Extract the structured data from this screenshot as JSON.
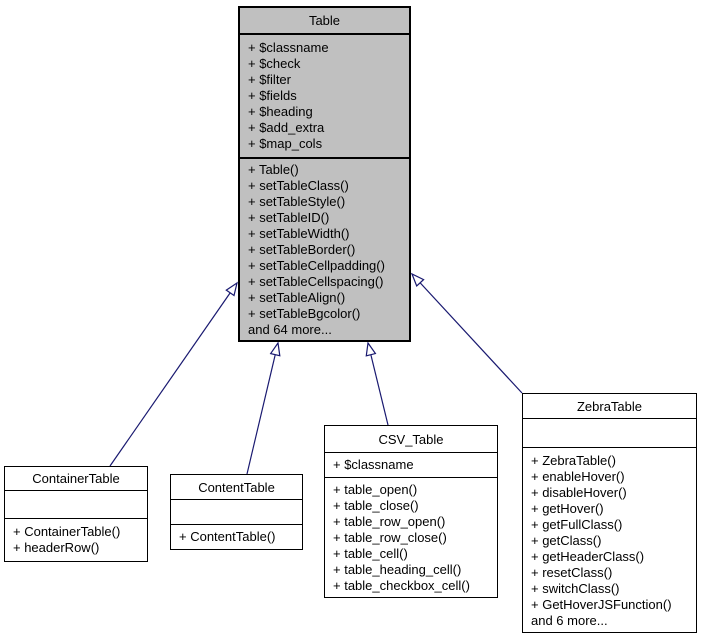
{
  "colors": {
    "node-fill": "#c0c0c0",
    "box-fill": "#ffffff",
    "node-border": "#000000",
    "arrow": "#191970",
    "text": "#000000",
    "bg": "#ffffff"
  },
  "classes": [
    {
      "name": "Table",
      "attributes": [
        "+ $classname",
        "+ $check",
        "+ $filter",
        "+ $fields",
        "+ $heading",
        "+ $add_extra",
        "+ $map_cols"
      ],
      "methods": [
        "+ Table()",
        "+ setTableClass()",
        "+ setTableStyle()",
        "+ setTableID()",
        "+ setTableWidth()",
        "+ setTableBorder()",
        "+ setTableCellpadding()",
        "+ setTableCellspacing()",
        "+ setTableAlign()",
        "+ setTableBgcolor()",
        "and 64 more..."
      ]
    },
    {
      "name": "ContainerTable",
      "attributes": [],
      "methods": [
        "+ ContainerTable()",
        "+ headerRow()"
      ]
    },
    {
      "name": "ContentTable",
      "attributes": [],
      "methods": [
        "+ ContentTable()"
      ]
    },
    {
      "name": "CSV_Table",
      "attributes": [
        "+ $classname"
      ],
      "methods": [
        "+ table_open()",
        "+ table_close()",
        "+ table_row_open()",
        "+ table_row_close()",
        "+ table_cell()",
        "+ table_heading_cell()",
        "+ table_checkbox_cell()"
      ]
    },
    {
      "name": "ZebraTable",
      "attributes": [],
      "methods": [
        "+ ZebraTable()",
        "+ enableHover()",
        "+ disableHover()",
        "+ getHover()",
        "+ getFullClass()",
        "+ getClass()",
        "+ getHeaderClass()",
        "+ resetClass()",
        "+ switchClass()",
        "+ GetHoverJSFunction()",
        "and 6 more..."
      ]
    }
  ],
  "relationships": [
    {
      "from": "ContainerTable",
      "to": "Table",
      "type": "public-inheritance"
    },
    {
      "from": "ContentTable",
      "to": "Table",
      "type": "public-inheritance"
    },
    {
      "from": "CSV_Table",
      "to": "Table",
      "type": "public-inheritance"
    },
    {
      "from": "ZebraTable",
      "to": "Table",
      "type": "public-inheritance"
    }
  ]
}
